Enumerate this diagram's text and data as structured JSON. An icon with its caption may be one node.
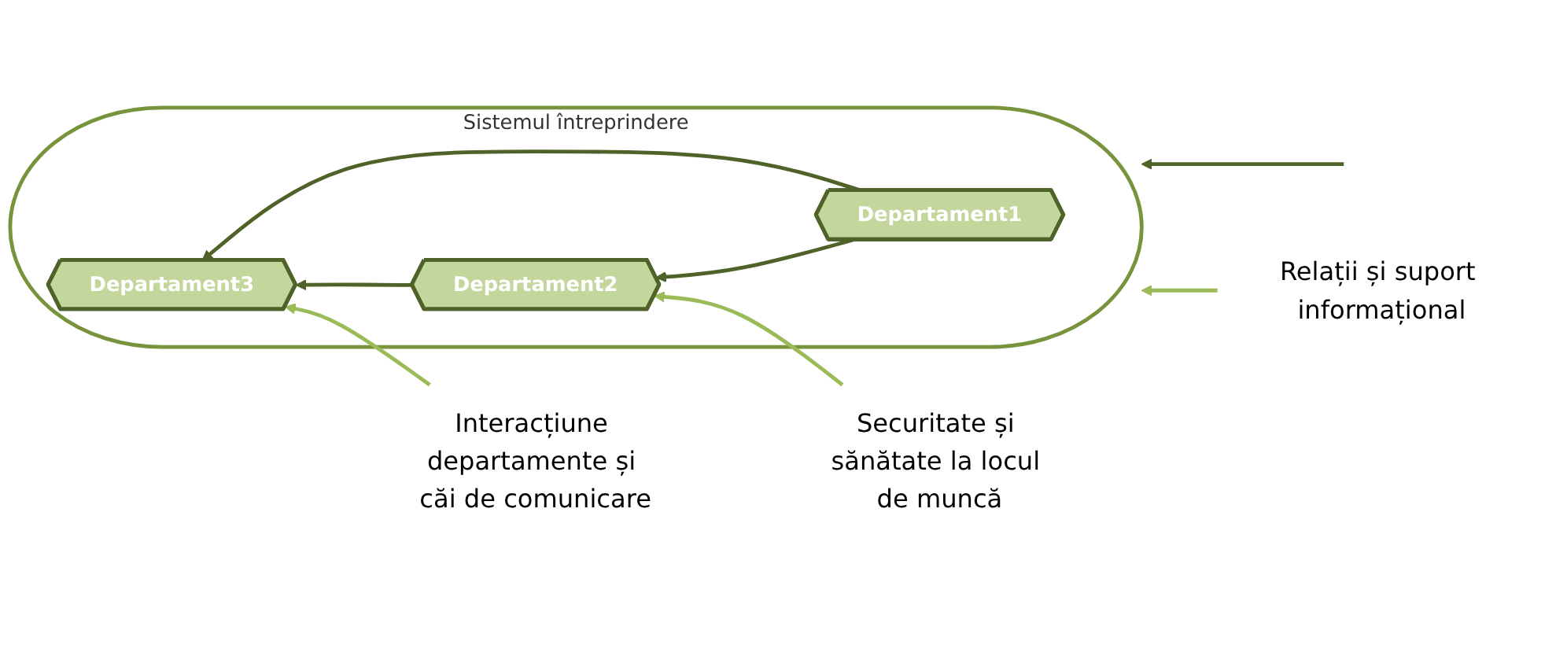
{
  "diagram": {
    "nodes": [
      {
        "text": [
          "Sistemul întreprindere"
        ]
      },
      {
        "text": [
          "Departament1"
        ],
        "in": 0
      },
      {
        "text": [
          "Departament2"
        ],
        "in": 0
      },
      {
        "text": [
          "Departament3"
        ],
        "in": 0
      },
      {
        "text": [
          "Securitate și sănătate la locul de muncă"
        ]
      },
      {
        "text": [
          "Relații și suport informațional"
        ]
      },
      {
        "text": [
          "Interacțiune departamente și căi de comunicare"
        ]
      }
    ],
    "edges": [
      {
        "from": null,
        "to": 0,
        "arrow": "to"
      },
      {
        "from": 1,
        "to": 2,
        "arrow": "to"
      },
      {
        "from": 1,
        "to": 3,
        "arrow": "to"
      },
      {
        "from": 2,
        "to": 3,
        "arrow": "to"
      },
      {
        "from": 4,
        "to": 2,
        "arrow": "to",
        "color": "#9bbb59"
      },
      {
        "from": 5,
        "to": 0,
        "arrow": "to",
        "color": "#9bbb59"
      },
      {
        "from": 6,
        "to": 3,
        "arrow": "to",
        "color": "#9bbb59"
      }
    ]
  }
}
